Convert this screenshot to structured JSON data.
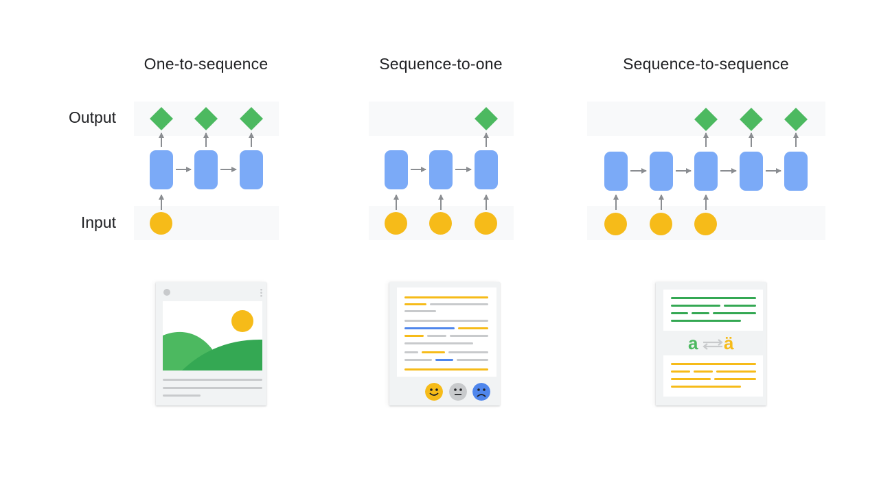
{
  "titles": {
    "one_to_seq": "One-to-sequence",
    "seq_to_one": "Sequence-to-one",
    "seq_to_seq": "Sequence-to-sequence"
  },
  "row_labels": {
    "output": "Output",
    "input": "Input"
  },
  "translation": {
    "source_letter": "a",
    "target_letter": "ä"
  },
  "colors": {
    "rnn_cell": "#7baaf7",
    "output_node": "#4cb960",
    "input_node": "#f6bb19",
    "arrow": "#8a8d91"
  }
}
